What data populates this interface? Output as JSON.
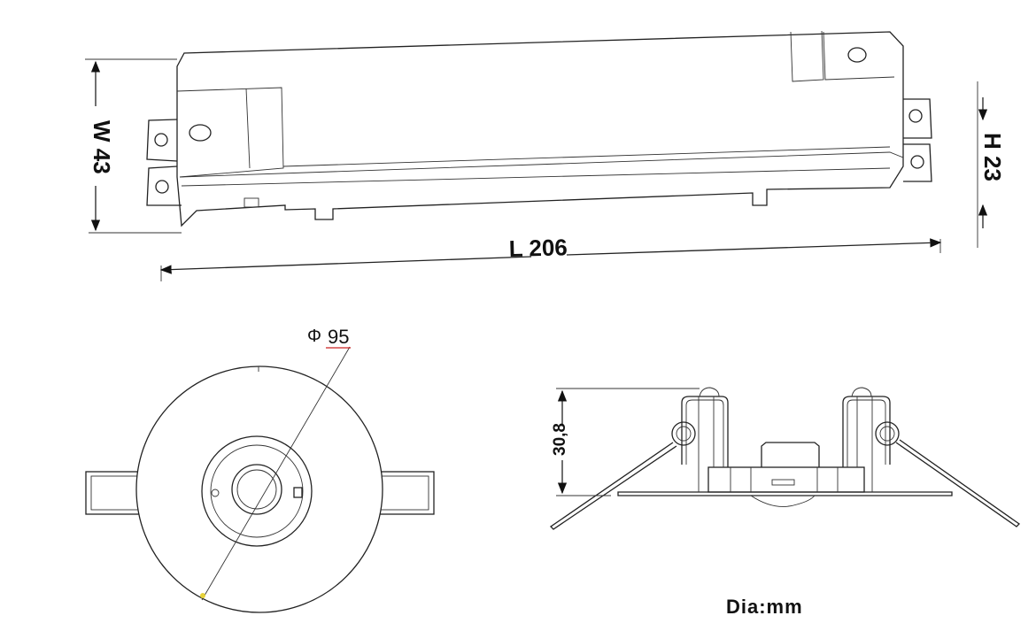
{
  "top_view": {
    "width_label": "W 43",
    "length_label": "L 206",
    "height_label": "H 23"
  },
  "round_view": {
    "diameter_symbol": "Φ",
    "diameter_value": "95"
  },
  "side_view": {
    "height_label": "30,8"
  },
  "units_note": "Dia:mm",
  "colors": {
    "line": "#222222",
    "leader_accent": "#cc2222",
    "marker": "#e6d23a"
  }
}
